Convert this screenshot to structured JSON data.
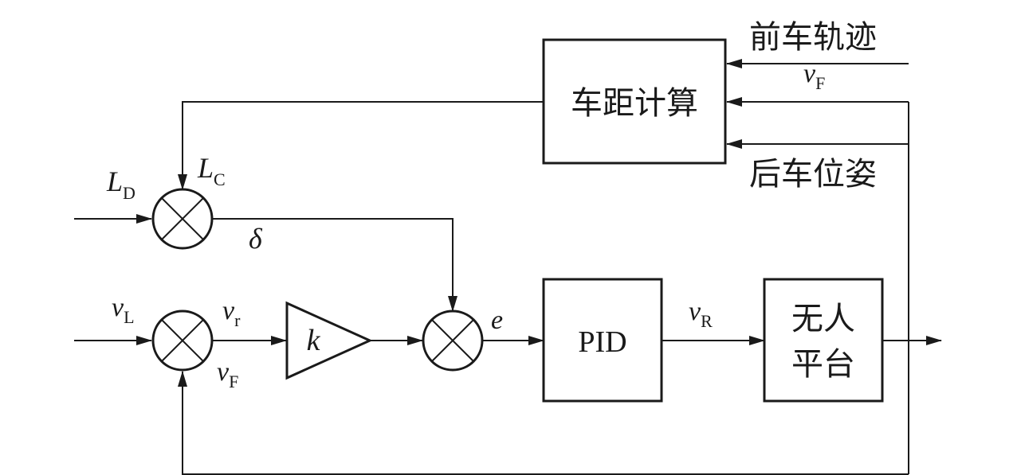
{
  "blocks": {
    "distance_calc": "车距计算",
    "gain": "k",
    "pid": "PID",
    "platform_line1": "无人",
    "platform_line2": "平台"
  },
  "inputs": {
    "front_trajectory": "前车轨迹",
    "rear_pose": "后车位姿"
  },
  "signals": {
    "vF_top": {
      "main": "v",
      "sub": "F"
    },
    "LD": {
      "main": "L",
      "sub": "D"
    },
    "LC": {
      "main": "L",
      "sub": "C"
    },
    "delta": {
      "main": "δ"
    },
    "vL": {
      "main": "v",
      "sub": "L"
    },
    "vr": {
      "main": "v",
      "sub": "r"
    },
    "vF_bottom": {
      "main": "v",
      "sub": "F"
    },
    "e": {
      "main": "e"
    },
    "vR": {
      "main": "v",
      "sub": "R"
    }
  }
}
